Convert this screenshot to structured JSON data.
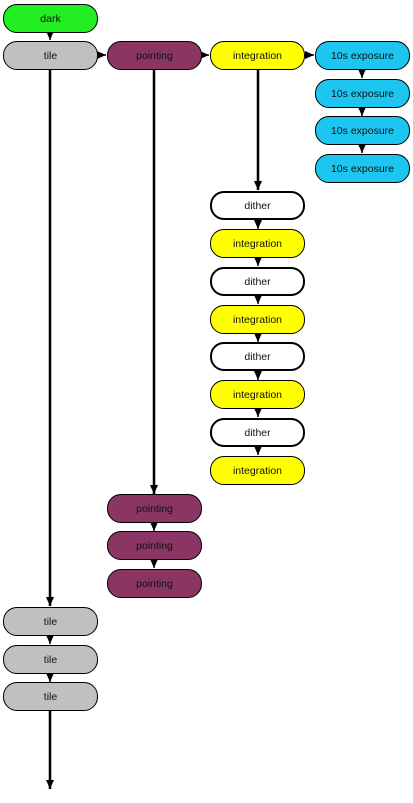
{
  "diagram": {
    "colors": {
      "dark": "#22ee22",
      "tile": "#c0c0c0",
      "pointing": "#8b3564",
      "integration": "#ffff00",
      "dither": "#ffffff",
      "exposure": "#1cc6f0",
      "outline": "#000000"
    },
    "nodes": {
      "dark": "dark",
      "tile_1": "tile",
      "pointing_1": "pointing",
      "integration_1": "integration",
      "exposure_1": "10s exposure",
      "exposure_2": "10s exposure",
      "exposure_3": "10s exposure",
      "exposure_4": "10s exposure",
      "dither_1": "dither",
      "integration_2": "integration",
      "dither_2": "dither",
      "integration_3": "integration",
      "dither_3": "dither",
      "integration_4": "integration",
      "dither_4": "dither",
      "integration_5": "integration",
      "pointing_2": "pointing",
      "pointing_3": "pointing",
      "pointing_4": "pointing",
      "tile_2": "tile",
      "tile_3": "tile",
      "tile_4": "tile"
    }
  }
}
